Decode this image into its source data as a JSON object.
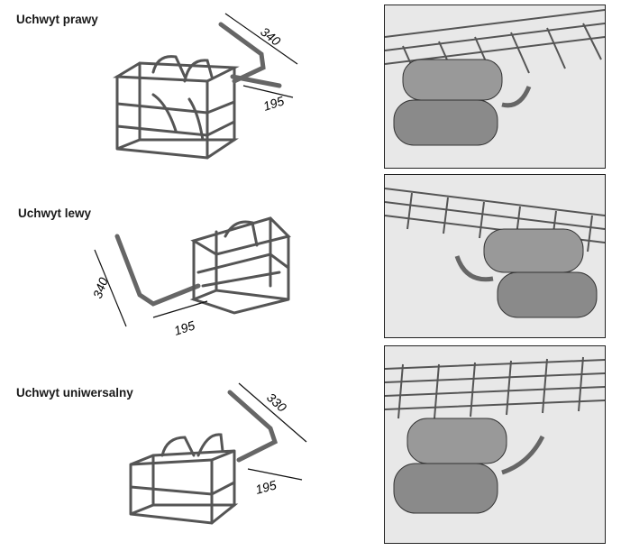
{
  "sections": [
    {
      "title": "Uchwyt prawy",
      "dim_long": "340",
      "dim_short": "195"
    },
    {
      "title": "Uchwyt lewy",
      "dim_long": "340",
      "dim_short": "195"
    },
    {
      "title": "Uchwyt uniwersalny",
      "dim_long": "330",
      "dim_short": "195"
    }
  ]
}
